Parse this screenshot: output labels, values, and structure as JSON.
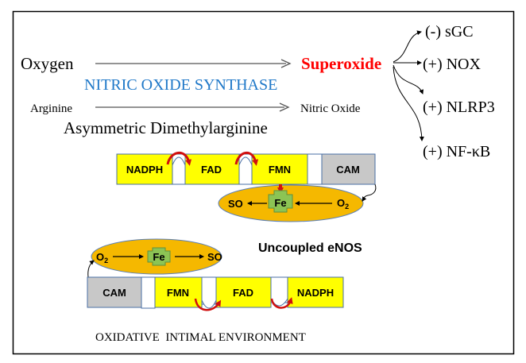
{
  "reaction": {
    "oxygen": "Oxygen",
    "arrow_top": "—————>",
    "superoxide": "Superoxide",
    "enzyme": "NITRIC OXIDE SYNTHASE",
    "arginine": "Arginine",
    "nitric_oxide": "Nitric Oxide",
    "inhibitor": "Asymmetric Dimethylarginine"
  },
  "targets": [
    {
      "label": "(-) sGC"
    },
    {
      "label": "(+) NOX"
    },
    {
      "label": "(+) NLRP3"
    },
    {
      "label": "(+) NF-κB"
    }
  ],
  "top_enzyme": {
    "domains": [
      "NADPH",
      "FAD",
      "FMN",
      "CAM"
    ],
    "heme": {
      "oxygen": "O",
      "oxygen_sub": "2",
      "iron": "Fe",
      "product": "SO"
    }
  },
  "bottom_enzyme": {
    "title": "Uncoupled eNOS",
    "domains": [
      "CAM",
      "FMN",
      "FAD",
      "NADPH"
    ],
    "heme": {
      "oxygen": "O",
      "oxygen_sub": "2",
      "iron": "Fe",
      "product": "SO"
    }
  },
  "footer": "OXIDATIVE  INTIMAL ENVIRONMENT",
  "colors": {
    "superoxide": "#ff0000",
    "enzyme_text": "#1f78c8",
    "domain_yellow": "#ffff00",
    "cam_gray": "#c8c8c8",
    "heme_orange": "#f5b800",
    "fe_green": "#8cc454",
    "electron_arrow": "#d01010",
    "domain_border": "#4a6fa5"
  }
}
